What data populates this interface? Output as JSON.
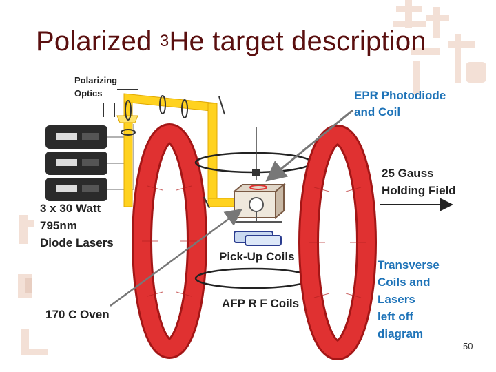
{
  "slide": {
    "title_pre": "Polarized ",
    "title_sup": "3",
    "title_post": "He target description",
    "page_number": "50"
  },
  "labels": {
    "polarizing_optics": [
      "Polarizing",
      "Optics"
    ],
    "epr": [
      "EPR Photodiode",
      "and  Coil"
    ],
    "holding_field": [
      "25 Gauss",
      "Holding Field"
    ],
    "lasers": [
      "3 x 30 Watt",
      "795nm",
      "Diode Lasers"
    ],
    "pickup": "Pick-Up Coils",
    "transverse": [
      "Transverse",
      "Coils and",
      "Lasers",
      "left off",
      "diagram"
    ],
    "oven": "170 C Oven",
    "afp": "AFP R F Coils"
  },
  "colors": {
    "title": "#5a0f0f",
    "coil_red": "#e03131",
    "coil_dark": "#a31616",
    "laser_yellow": "#ffd21f",
    "laser_edge": "#e0a800",
    "label_dark": "#222222",
    "label_blue": "#1e73b8",
    "decor": "#f2ddd2"
  }
}
